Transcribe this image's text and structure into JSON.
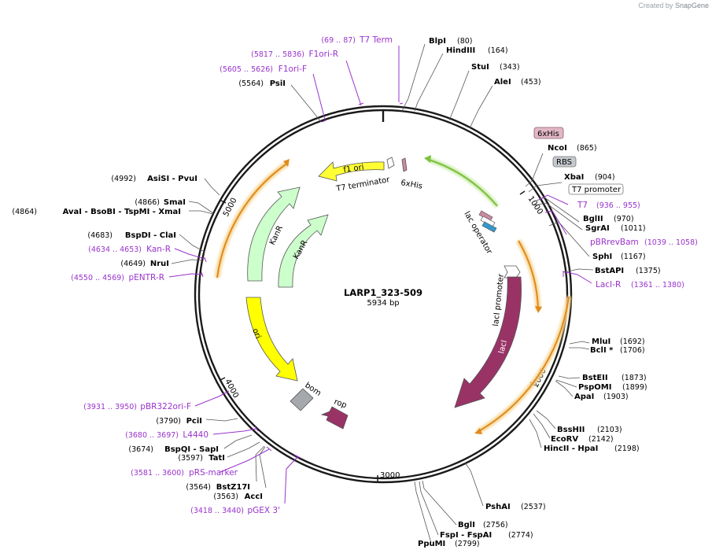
{
  "credit": {
    "prefix": "Created by",
    "brand": "SnapGene"
  },
  "plasmid": {
    "name": "LARP1_323-509",
    "length_label": "5934 bp",
    "length": 5934
  },
  "ticks": [
    {
      "label": "1000",
      "pos": 1000
    },
    {
      "label": "2000",
      "pos": 2000
    },
    {
      "label": "3000",
      "pos": 3000
    },
    {
      "label": "4000",
      "pos": 4000
    },
    {
      "label": "5000",
      "pos": 5000
    }
  ],
  "enzymes": [
    {
      "name": "BlpI",
      "coord": "(80)",
      "pos": 80
    },
    {
      "name": "HindIII",
      "coord": "(164)",
      "pos": 164
    },
    {
      "name": "StuI",
      "coord": "(343)",
      "pos": 343
    },
    {
      "name": "AleI",
      "coord": "(453)",
      "pos": 453
    },
    {
      "name": "NcoI",
      "coord": "(865)",
      "pos": 865
    },
    {
      "name": "XbaI",
      "coord": "(904)",
      "pos": 904
    },
    {
      "name": "BglII",
      "coord": "(970)",
      "pos": 970
    },
    {
      "name": "SgrAI",
      "coord": "(1011)",
      "pos": 1011
    },
    {
      "name": "SphI",
      "coord": "(1167)",
      "pos": 1167
    },
    {
      "name": "BstAPI",
      "coord": "(1375)",
      "pos": 1375
    },
    {
      "name": "MluI",
      "coord": "(1692)",
      "pos": 1692
    },
    {
      "name": "BclI *",
      "coord": "(1706)",
      "pos": 1706
    },
    {
      "name": "BstEII",
      "coord": "(1873)",
      "pos": 1873
    },
    {
      "name": "PspOMI",
      "coord": "(1899)",
      "pos": 1899
    },
    {
      "name": "ApaI",
      "coord": "(1903)",
      "pos": 1903
    },
    {
      "name": "BssHII",
      "coord": "(2103)",
      "pos": 2103
    },
    {
      "name": "EcoRV",
      "coord": "(2142)",
      "pos": 2142
    },
    {
      "name": "HincII - HpaI",
      "coord": "(2198)",
      "pos": 2198
    },
    {
      "name": "PshAI",
      "coord": "(2537)",
      "pos": 2537
    },
    {
      "name": "BglI",
      "coord": "(2756)",
      "pos": 2756
    },
    {
      "name": "FspI - FspAI",
      "coord": "(2774)",
      "pos": 2774
    },
    {
      "name": "PpuMI",
      "coord": "(2799)",
      "pos": 2799
    },
    {
      "name": "AccI",
      "coord": "(3563)",
      "pos": 3563
    },
    {
      "name": "BstZ17I",
      "coord": "(3564)",
      "pos": 3564
    },
    {
      "name": "TatI",
      "coord": "(3597)",
      "pos": 3597
    },
    {
      "name": "BspQI - SapI",
      "coord": "(3674)",
      "pos": 3674
    },
    {
      "name": "PciI",
      "coord": "(3790)",
      "pos": 3790
    },
    {
      "name": "NruI",
      "coord": "(4649)",
      "pos": 4649
    },
    {
      "name": "BspDI - ClaI",
      "coord": "(4683)",
      "pos": 4683
    },
    {
      "name": "AvaI - BsoBI - TspMI - XmaI",
      "coord": "(4864)",
      "pos": 4864
    },
    {
      "name": "SmaI",
      "coord": "(4866)",
      "pos": 4866
    },
    {
      "name": "AsiSI - PvuI",
      "coord": "(4992)",
      "pos": 4992
    },
    {
      "name": "PsiI",
      "coord": "(5564)",
      "pos": 5564
    }
  ],
  "primers": [
    {
      "name": "T7 Term",
      "coord": "(69 .. 87)",
      "pos": 78
    },
    {
      "name": "F1ori-R",
      "coord": "(5817 .. 5836)",
      "pos": 5826
    },
    {
      "name": "F1ori-F",
      "coord": "(5605 .. 5626)",
      "pos": 5615
    },
    {
      "name": "T7",
      "coord": "(936 .. 955)",
      "pos": 945
    },
    {
      "name": "pBRrevBam",
      "coord": "(1039 .. 1058)",
      "pos": 1048
    },
    {
      "name": "LacI-R",
      "coord": "(1361 .. 1380)",
      "pos": 1370
    },
    {
      "name": "Kan-R",
      "coord": "(4634 .. 4653)",
      "pos": 4643
    },
    {
      "name": "pENTR-R",
      "coord": "(4550 .. 4569)",
      "pos": 4560
    },
    {
      "name": "pBR322ori-F",
      "coord": "(3931 .. 3950)",
      "pos": 3940
    },
    {
      "name": "L4440",
      "coord": "(3680 .. 3697)",
      "pos": 3688
    },
    {
      "name": "pRS-marker",
      "coord": "(3581 .. 3600)",
      "pos": 3590
    },
    {
      "name": "pGEX 3'",
      "coord": "(3418 .. 3440)",
      "pos": 3429
    }
  ],
  "boxed_features": [
    {
      "name": "6xHis",
      "fill": "#e2b8c6"
    },
    {
      "name": "RBS",
      "fill": "#c4c9ce"
    },
    {
      "name": "T7 promoter",
      "fill": "#ffffff"
    }
  ],
  "features": [
    {
      "name": "f1 ori",
      "color": "#ffff33"
    },
    {
      "name": "T7 terminator",
      "color": "#ffffff"
    },
    {
      "name": "6xHis",
      "color": "#c88aa1"
    },
    {
      "name": "KanR",
      "color": "#ccffcc"
    },
    {
      "name": "lac operator",
      "color": "#ffffff"
    },
    {
      "name": "lacI promoter",
      "color": "#ffffff"
    },
    {
      "name": "lacI",
      "color": "#993366"
    },
    {
      "name": "ori",
      "color": "#ffff00"
    },
    {
      "name": "bom",
      "color": "#a5a9ad"
    },
    {
      "name": "rop",
      "color": "#993366"
    }
  ],
  "colors": {
    "primer": "#9933cc",
    "backbone": "#1a1a1a",
    "orf_orange": "#e08a1e",
    "green_arc": "#7cc240"
  }
}
